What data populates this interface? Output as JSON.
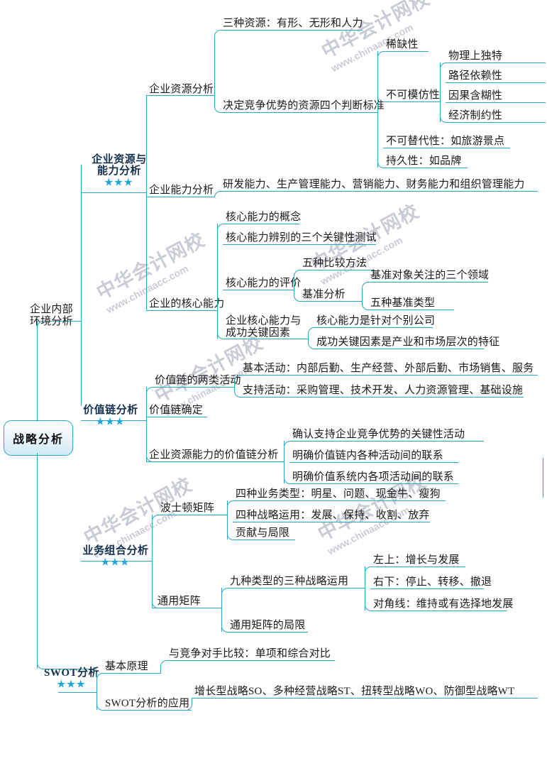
{
  "diagram": {
    "title": "战略分析",
    "type": "mind-map",
    "accent_color": "#2ba6cb",
    "star_color": "#1ba7dd",
    "branch_label_color": "#12314f",
    "watermark": {
      "cn": "中华会计网校",
      "url": "www.chinaacc.com"
    },
    "stars": "★★★"
  },
  "root": {
    "label": "战略分析"
  },
  "level1": [
    {
      "label": "企业内部\n环境分析",
      "line1": "企业内部",
      "line2": "环境分析"
    },
    {
      "label": "SWOT分析",
      "stars": "★★★"
    }
  ],
  "branches": {
    "resource_capability": {
      "line1": "企业资源与",
      "line2": "能力分析",
      "stars": "★★★",
      "children": [
        {
          "label": "企业资源分析",
          "children": [
            {
              "label": "三种资源：有形、无形和人力"
            },
            {
              "label": "决定竞争优势的资源四个判断标准",
              "children": [
                {
                  "label": "稀缺性"
                },
                {
                  "label": "不可模仿性",
                  "children": [
                    {
                      "label": "物理上独特"
                    },
                    {
                      "label": "路径依赖性"
                    },
                    {
                      "label": "因果含糊性"
                    },
                    {
                      "label": "经济制约性"
                    }
                  ]
                },
                {
                  "label": "不可替代性：如旅游景点"
                },
                {
                  "label": "持久性：如品牌"
                }
              ]
            }
          ]
        },
        {
          "label": "企业能力分析",
          "children": [
            {
              "label": "研发能力、生产管理能力、营销能力、财务能力和组织管理能力"
            }
          ]
        },
        {
          "label": "企业的核心能力",
          "children": [
            {
              "label": "核心能力的概念"
            },
            {
              "label": "核心能力辨别的三个关键性测试"
            },
            {
              "label": "核心能力的评价",
              "children": [
                {
                  "label": "五种比较方法"
                },
                {
                  "label": "基准分析",
                  "children": [
                    {
                      "label": "基准对象关注的三个领域"
                    },
                    {
                      "label": "五种基准类型"
                    }
                  ]
                }
              ]
            },
            {
              "label": "企业核心能力与\n成功关键因素",
              "line1": "企业核心能力与",
              "line2": "成功关键因素",
              "children": [
                {
                  "label": "核心能力是针对个别公司"
                },
                {
                  "label": "成功关键因素是产业和市场层次的特征"
                }
              ]
            }
          ]
        }
      ]
    },
    "value_chain": {
      "label": "价值链分析",
      "stars": "★★★",
      "children": [
        {
          "label": "价值链的两类活动",
          "children": [
            {
              "label": "基本活动：内部后勤、生产经营、外部后勤、市场销售、服务"
            },
            {
              "label": "支持活动：采购管理、技术开发、人力资源管理、基础设施"
            }
          ]
        },
        {
          "label": "价值链确定"
        },
        {
          "label": "企业资源能力的价值链分析",
          "children": [
            {
              "label": "确认支持企业竞争优势的关键性活动"
            },
            {
              "label": "明确价值链内各种活动间的联系"
            },
            {
              "label": "明确价值系统内各项活动间的联系"
            }
          ]
        }
      ]
    },
    "portfolio": {
      "label": "业务组合分析",
      "stars": "★★★",
      "children": [
        {
          "label": "波士顿矩阵",
          "children": [
            {
              "label": "四种业务类型：明星、问题、现金牛、瘦狗"
            },
            {
              "label": "四种战略运用：发展、保持、收割、放弃"
            },
            {
              "label": "贡献与局限"
            }
          ]
        },
        {
          "label": "通用矩阵",
          "children": [
            {
              "label": "九种类型的三种战略运用",
              "children": [
                {
                  "label": "左上：增长与发展"
                },
                {
                  "label": "右下：停止、转移、撤退"
                },
                {
                  "label": "对角线：维持或有选择地发展"
                }
              ]
            },
            {
              "label": "通用矩阵的局限"
            }
          ]
        }
      ]
    },
    "swot": {
      "label": "SWOT分析",
      "stars": "★★★",
      "children": [
        {
          "label": "基本原理",
          "children": [
            {
              "label": "与竞争对手比较：单项和综合对比"
            }
          ]
        },
        {
          "label": "SWOT分析的应用",
          "children": [
            {
              "label": "增长型战略SO、多种经营战略ST、扭转型战略WO、防御型战略WT"
            }
          ]
        }
      ]
    }
  }
}
